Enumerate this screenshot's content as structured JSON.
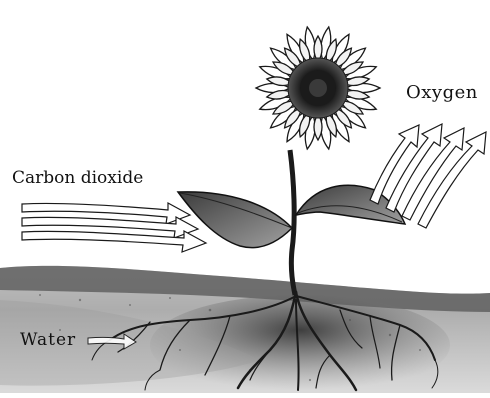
{
  "labels": {
    "carbon_dioxide": "Carbon dioxide",
    "oxygen": "Oxygen",
    "water": "Water"
  },
  "colors": {
    "ink": "#111111",
    "soil": "#5a5a5a",
    "flower_center": "#2a2a2a",
    "leaf": "#6b6b6b"
  }
}
